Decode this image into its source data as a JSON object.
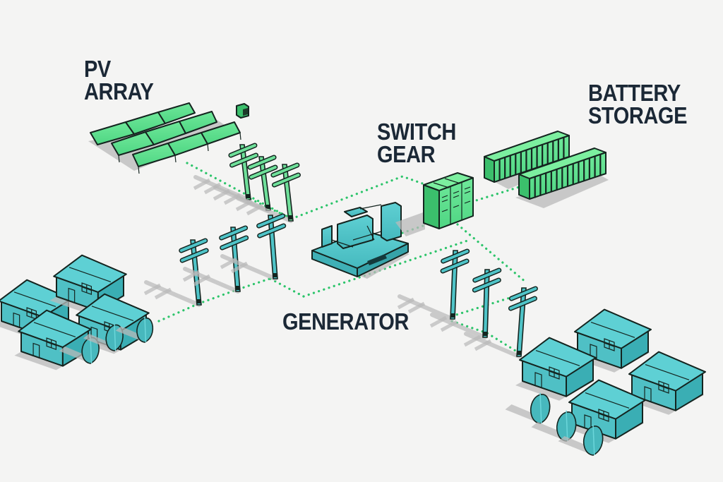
{
  "title": "Microgrid system diagram",
  "colors": {
    "background": "#f4f4f3",
    "label_text": "#1b2836",
    "green_component": "#5fe08e",
    "green_dark": "#3bbf6c",
    "teal_component": "#4fc4c8",
    "teal_dark": "#2fa3a8",
    "connection_line": "#2cc46a",
    "shadow": "#b9b9b9"
  },
  "labels": {
    "pv_array": [
      "PV",
      "ARRAY"
    ],
    "switch_gear": [
      "SWITCH",
      "GEAR"
    ],
    "battery_storage": [
      "BATTERY",
      "STORAGE"
    ],
    "generator": [
      "GENERATOR"
    ]
  },
  "components": [
    {
      "id": "pv-array",
      "label": "PV ARRAY",
      "type": "solar-panel-rows",
      "rows": 3,
      "panels_per_row": 3,
      "color": "green"
    },
    {
      "id": "inverter",
      "label": "",
      "type": "small-box",
      "color": "green"
    },
    {
      "id": "switch-gear",
      "label": "SWITCH GEAR",
      "type": "cabinet",
      "cabinets": 3,
      "color": "green"
    },
    {
      "id": "battery-storage",
      "label": "BATTERY STORAGE",
      "type": "container",
      "count": 2,
      "color": "green"
    },
    {
      "id": "generator",
      "label": "GENERATOR",
      "type": "genset",
      "color": "teal"
    },
    {
      "id": "pv-poles",
      "type": "utility-pole",
      "count": 3,
      "color": "green"
    },
    {
      "id": "west-poles",
      "type": "utility-pole",
      "count": 3,
      "color": "teal"
    },
    {
      "id": "east-poles",
      "type": "utility-pole",
      "count": 3,
      "color": "teal"
    },
    {
      "id": "west-houses",
      "type": "house",
      "count": 4,
      "trees": 3,
      "color": "teal"
    },
    {
      "id": "east-houses",
      "type": "house",
      "count": 4,
      "trees": 3,
      "color": "teal"
    }
  ],
  "connections": [
    {
      "from": "pv-array",
      "to": "pv-poles"
    },
    {
      "from": "pv-poles",
      "to": "generator"
    },
    {
      "from": "generator",
      "to": "switch-gear"
    },
    {
      "from": "switch-gear",
      "to": "battery-storage"
    },
    {
      "from": "switch-gear",
      "to": "east-poles"
    },
    {
      "from": "generator",
      "to": "west-poles"
    },
    {
      "from": "west-poles",
      "to": "west-houses"
    },
    {
      "from": "east-poles",
      "to": "east-houses"
    }
  ]
}
